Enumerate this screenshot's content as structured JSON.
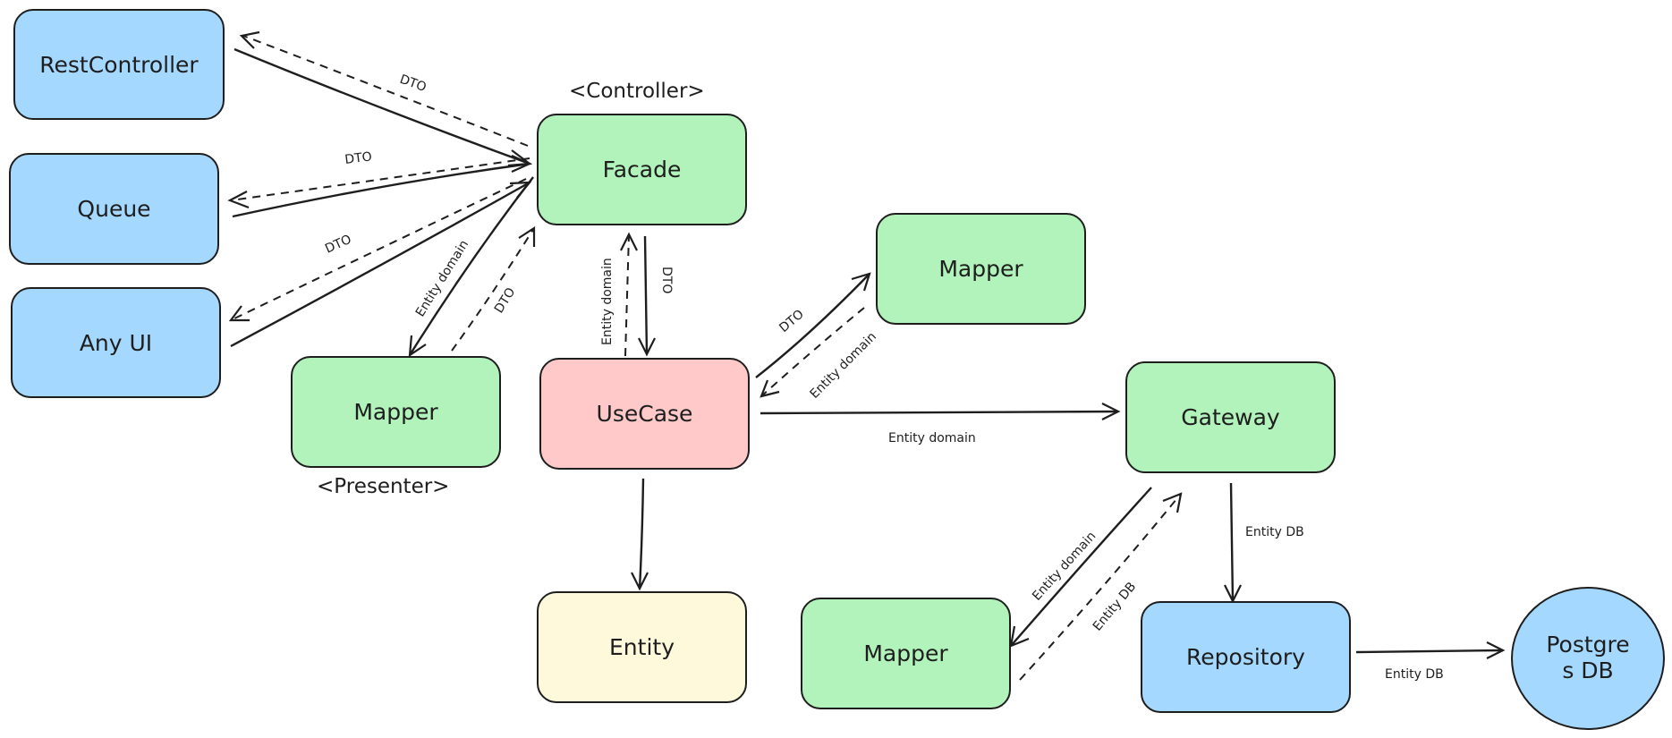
{
  "colors": {
    "blue": "#a5d8ff",
    "green": "#b2f2bb",
    "red": "#ffc9c9",
    "yellow": "#fff9db",
    "stroke": "#1e1e1e"
  },
  "nodes": {
    "rest_controller": "RestController",
    "queue": "Queue",
    "any_ui": "Any UI",
    "facade": "Facade",
    "mapper_presenter": "Mapper",
    "usecase": "UseCase",
    "mapper_dto": "Mapper",
    "gateway": "Gateway",
    "entity": "Entity",
    "mapper_db": "Mapper",
    "repository": "Repository",
    "postgres_line1": "Postgre",
    "postgres_line2": "s DB"
  },
  "captions": {
    "controller": "<Controller>",
    "presenter": "<Presenter>"
  },
  "edge_labels": {
    "rest_dto": "DTO",
    "queue_dto": "DTO",
    "anyui_dto": "DTO",
    "facade_mapper_entity": "Entity domain",
    "mapper_facade_dto": "DTO",
    "usecase_facade_entity": "Entity domain",
    "facade_usecase_dto": "DTO",
    "usecase_mapper_dto": "DTO",
    "mapper_usecase_entity": "Entity domain",
    "usecase_gateway": "Entity domain",
    "gateway_repository": "Entity DB",
    "gateway_mapper_entity": "Entity domain",
    "mapper_gateway_db": "Entity DB",
    "repository_postgres": "Entity DB"
  }
}
